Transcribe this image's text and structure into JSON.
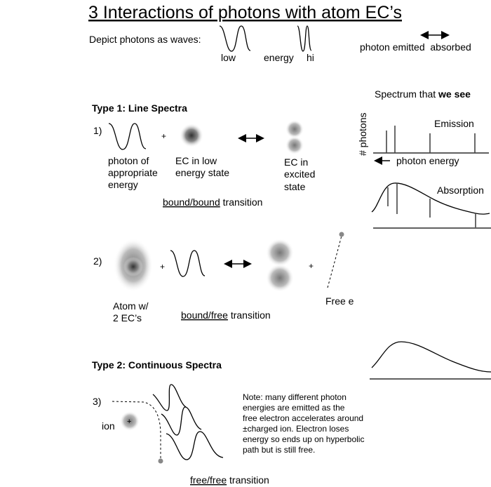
{
  "title": "3 Interactions of photons with atom EC’s",
  "legend": {
    "depict": "Depict photons as waves:",
    "low": "low",
    "energy": "energy",
    "hi": "hi",
    "arrow_label": "photon emitted  absorbed"
  },
  "type1": {
    "heading": "Type 1: Line Spectra",
    "case1": {
      "number": "1)",
      "plus": "+",
      "photon": [
        "photon of",
        "appropriate",
        "energy"
      ],
      "ec_low": [
        "EC in low",
        "energy state"
      ],
      "ec_excited": [
        "EC in",
        "excited",
        "state"
      ],
      "transition_underlined": "bound/bound",
      "transition_rest": " transition"
    },
    "case2": {
      "number": "2)",
      "plus": "+",
      "atom": [
        "Atom w/",
        "2 EC’s"
      ],
      "free_e": "Free e",
      "transition_underlined": "bound/free",
      "transition_rest": " transition"
    }
  },
  "spectrum": {
    "heading_plain": "Spectrum that ",
    "heading_bold": "we see",
    "ylabel": "# photons",
    "xlabel": "photon energy",
    "emission": "Emission",
    "absorption": "Absorption"
  },
  "type2": {
    "heading": "Type 2: Continuous Spectra",
    "number": "3)",
    "ion": "ion",
    "ion_charge": "+",
    "note": [
      "Note: many different photon",
      "energies are emitted as the",
      "free electron accelerates around",
      "±charged ion. Electron loses",
      "energy so ends up on hyperbolic",
      "path but is still free."
    ],
    "transition_underlined": "free/free",
    "transition_rest": " transition"
  }
}
